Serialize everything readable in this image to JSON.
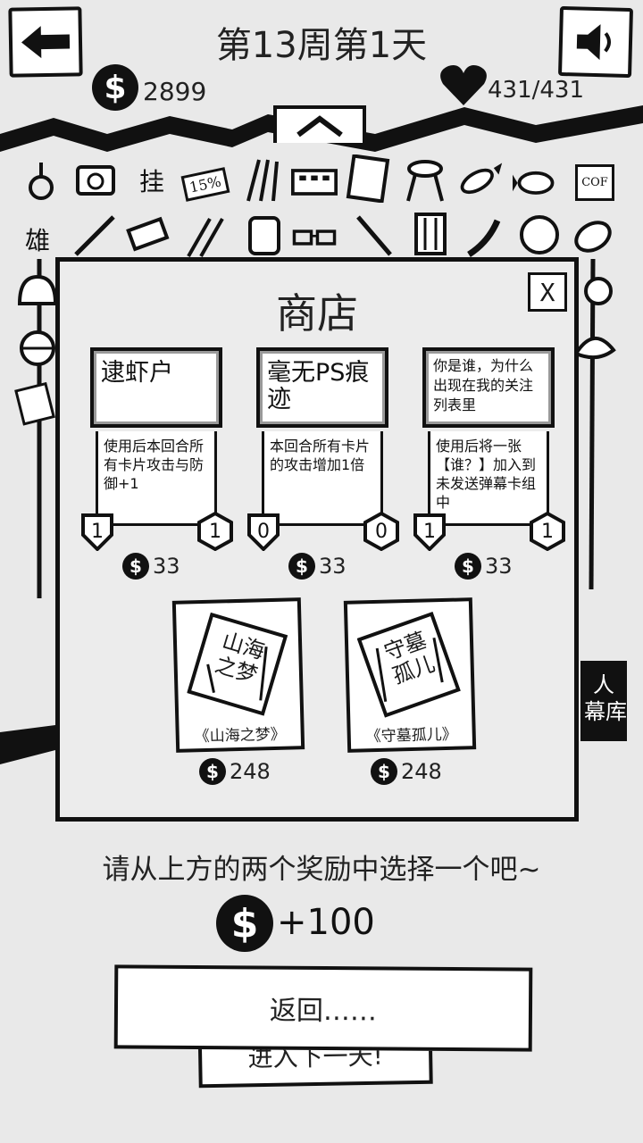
{
  "header": {
    "title": "第13周第1天",
    "money": "2899",
    "hp": "431/431",
    "coin_symbol": "$"
  },
  "shelf": {
    "row1": [
      "挂",
      "15%",
      "COF"
    ],
    "row2": [
      "雄"
    ]
  },
  "side_tab": {
    "label": "人\n幕库"
  },
  "shop": {
    "title": "商店",
    "close_label": "X",
    "cards": [
      {
        "name": "逮虾户",
        "desc": "使用后本回合所有卡片攻击与防御+1",
        "attack": "1",
        "defense": "1",
        "price": "33"
      },
      {
        "name": "毫无PS痕迹",
        "desc": "本回合所有卡片的攻击增加1倍",
        "attack": "0",
        "defense": "0",
        "price": "33"
      },
      {
        "name": "你是谁，为什么出现在我的关注列表里",
        "desc": "使用后将一张【谁？】加入到未发送弹幕卡组中",
        "attack": "1",
        "defense": "1",
        "price": "33"
      }
    ],
    "rewards": [
      {
        "label": "《山海之梦》",
        "art_text": "山海之梦",
        "price": "248"
      },
      {
        "label": "《守墓孤儿》",
        "art_text": "守墓孤儿",
        "price": "248"
      }
    ]
  },
  "footer": {
    "prompt": "请从上方的两个奖励中选择一个吧~",
    "bonus": "+100",
    "next_day_label": "进入下一天!",
    "return_label": "返回……"
  }
}
